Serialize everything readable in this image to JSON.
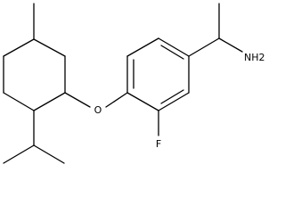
{
  "molecule": {
    "atoms": {
      "oxygen": "O",
      "fluorine": "F",
      "amine": "NH2"
    }
  }
}
